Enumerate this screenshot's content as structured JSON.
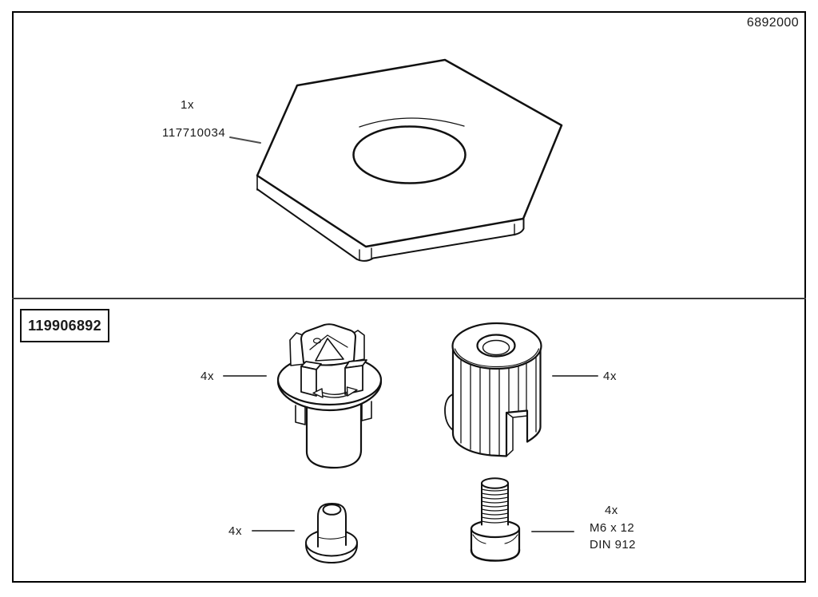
{
  "header": {
    "catalog_number": "6892000"
  },
  "plate": {
    "qty": "1x",
    "part_number": "117710034"
  },
  "kit": {
    "number": "119906892",
    "clip": {
      "qty": "4x"
    },
    "sleeve": {
      "qty": "4x"
    },
    "plug": {
      "qty": "4x"
    },
    "screw": {
      "qty": "4x",
      "size": "M6 x 12",
      "standard": "DIN 912"
    }
  },
  "colors": {
    "line": "#111111",
    "leader": "#4d4d4d",
    "divider": "#3a3a3a",
    "border": "#000000",
    "background": "#ffffff"
  }
}
